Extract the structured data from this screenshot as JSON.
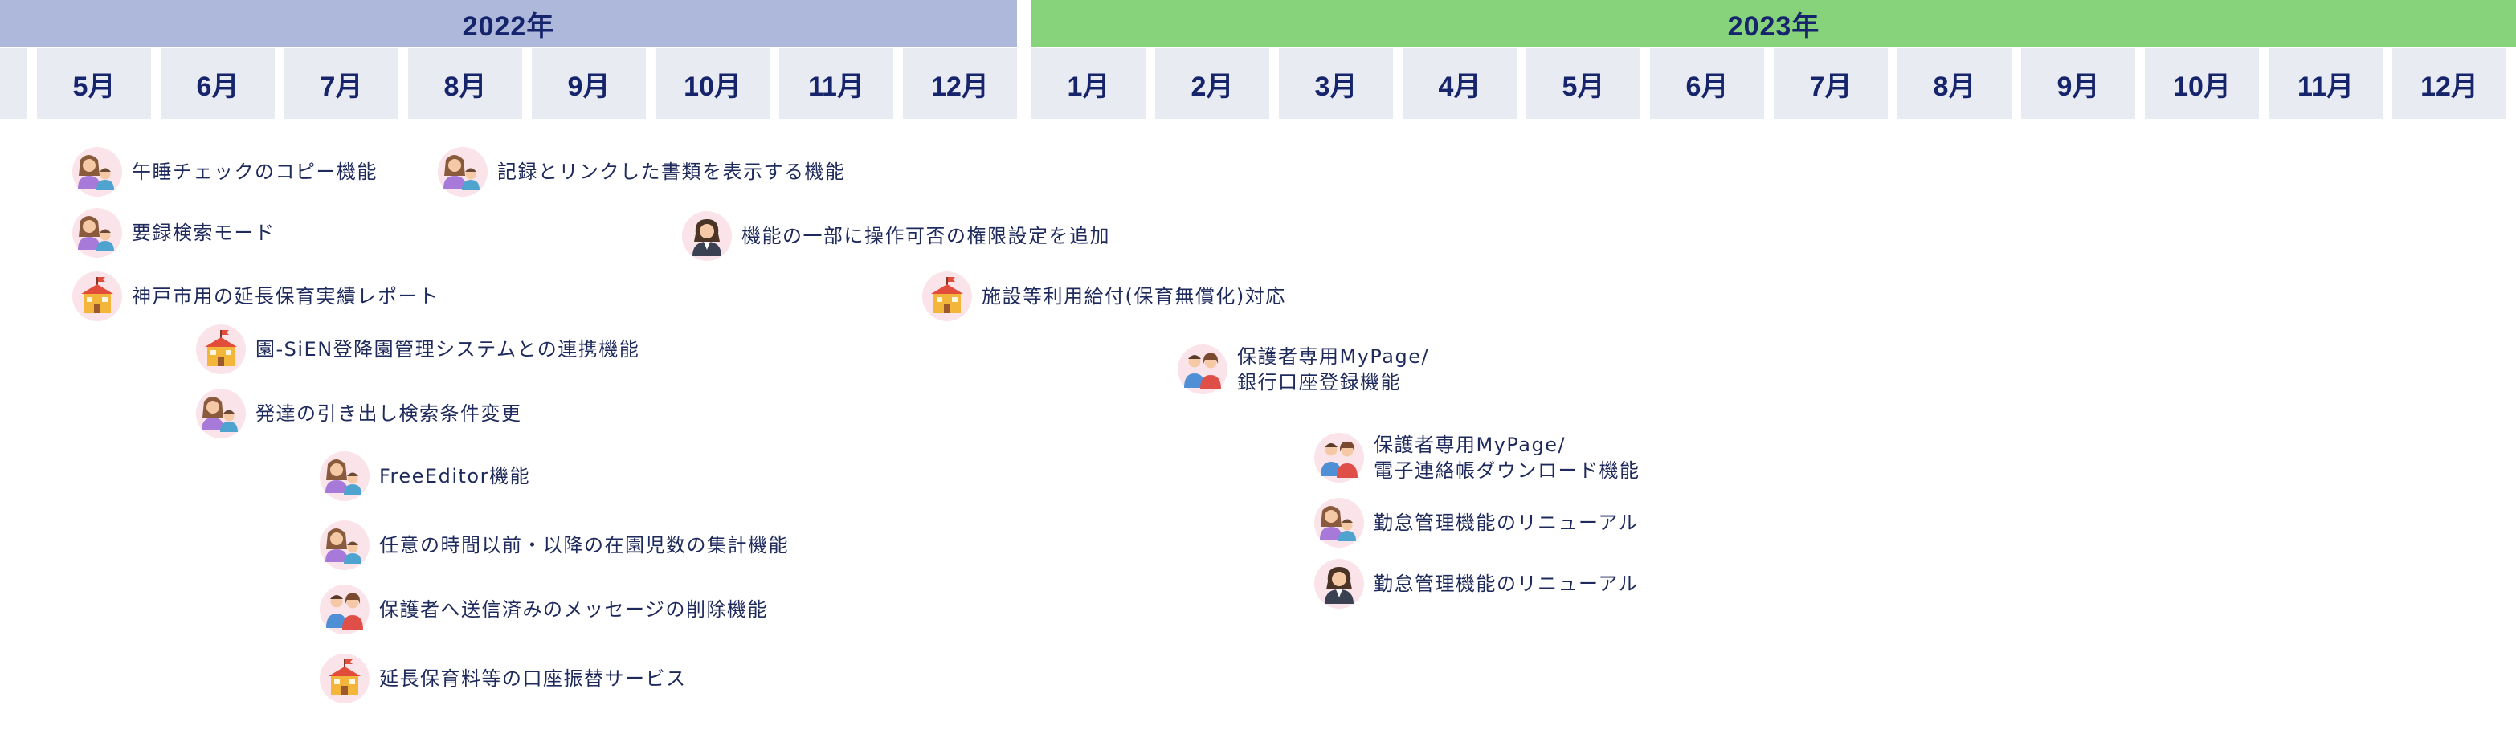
{
  "years": [
    {
      "label": "2022年",
      "color": "#adb8db"
    },
    {
      "label": "2023年",
      "color": "#86d37c"
    }
  ],
  "months": [
    "5月",
    "6月",
    "7月",
    "8月",
    "9月",
    "10月",
    "11月",
    "12月",
    "1月",
    "2月",
    "3月",
    "4月",
    "5月",
    "6月",
    "7月",
    "8月",
    "9月",
    "10月",
    "11月",
    "12月"
  ],
  "items": [
    {
      "icon": "mother-child-icon",
      "text": "午睡チェックのコピー機能"
    },
    {
      "icon": "mother-child-icon",
      "text": "記録とリンクした書類を表示する機能"
    },
    {
      "icon": "mother-child-icon",
      "text": "要録検索モード"
    },
    {
      "icon": "staff-woman-icon",
      "text": "機能の一部に操作可否の権限設定を追加"
    },
    {
      "icon": "school-building-icon",
      "text": "神戸市用の延長保育実績レポート"
    },
    {
      "icon": "school-building-icon",
      "text": "施設等利用給付(保育無償化)対応"
    },
    {
      "icon": "school-building-icon",
      "text": "園-SiEN登降園管理システムとの連携機能"
    },
    {
      "icon": "parents-icon",
      "text": "保護者専用MyPage/",
      "text2": "銀行口座登録機能"
    },
    {
      "icon": "mother-child-icon",
      "text": "発達の引き出し検索条件変更"
    },
    {
      "icon": "parents-icon",
      "text": "保護者専用MyPage/",
      "text2": "電子連絡帳ダウンロード機能"
    },
    {
      "icon": "mother-child-icon",
      "text": "FreeEditor機能"
    },
    {
      "icon": "mother-child-icon",
      "text": "勤怠管理機能のリニューアル"
    },
    {
      "icon": "mother-child-icon",
      "text": "任意の時間以前・以降の在園児数の集計機能"
    },
    {
      "icon": "staff-woman-icon",
      "text": "勤怠管理機能のリニューアル"
    },
    {
      "icon": "parents-icon",
      "text": "保護者へ送信済みのメッセージの削除機能"
    },
    {
      "icon": "school-building-icon",
      "text": "延長保育料等の口座振替サービス"
    }
  ]
}
